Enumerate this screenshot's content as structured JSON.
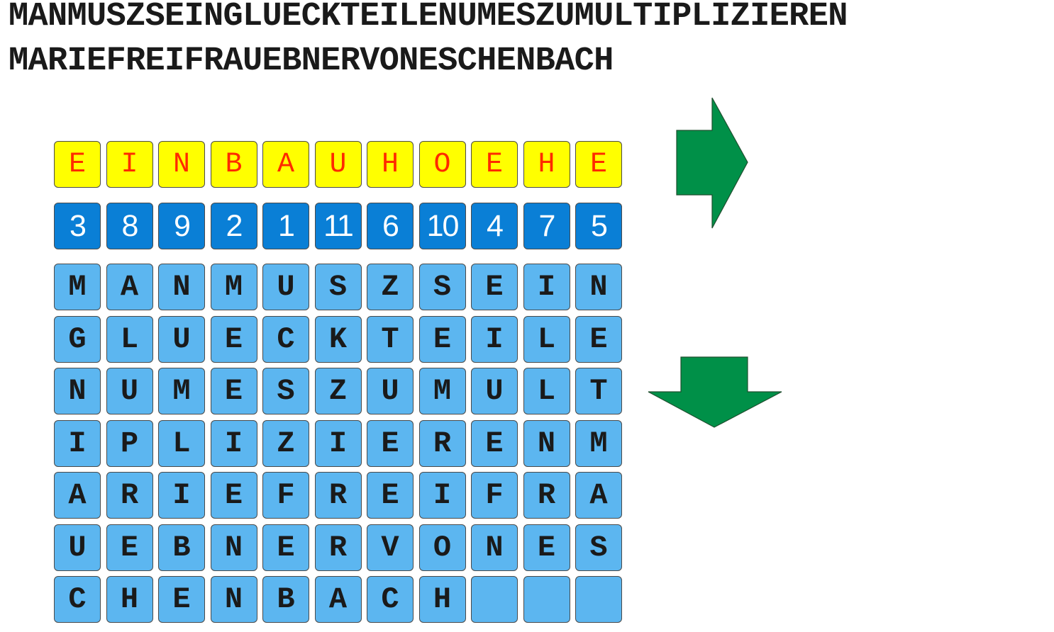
{
  "header": {
    "line1": "MANMUSZSEINGLUECKTEILENUMESZUMULTIPLIZIEREN",
    "line2": "MARIEFREIFRAUEBNERVONESCHENBACH"
  },
  "keyword": [
    "E",
    "I",
    "N",
    "B",
    "A",
    "U",
    "H",
    "O",
    "E",
    "H",
    "E"
  ],
  "key_numbers": [
    "3",
    "8",
    "9",
    "2",
    "1",
    "11",
    "6",
    "10",
    "4",
    "7",
    "5"
  ],
  "grid_rows": [
    [
      "M",
      "A",
      "N",
      "M",
      "U",
      "S",
      "Z",
      "S",
      "E",
      "I",
      "N"
    ],
    [
      "G",
      "L",
      "U",
      "E",
      "C",
      "K",
      "T",
      "E",
      "I",
      "L",
      "E"
    ],
    [
      "N",
      "U",
      "M",
      "E",
      "S",
      "Z",
      "U",
      "M",
      "U",
      "L",
      "T"
    ],
    [
      "I",
      "P",
      "L",
      "I",
      "Z",
      "I",
      "E",
      "R",
      "E",
      "N",
      "M"
    ],
    [
      "A",
      "R",
      "I",
      "E",
      "F",
      "R",
      "E",
      "I",
      "F",
      "R",
      "A"
    ],
    [
      "U",
      "E",
      "B",
      "N",
      "E",
      "R",
      "V",
      "O",
      "N",
      "E",
      "S"
    ],
    [
      "C",
      "H",
      "E",
      "N",
      "B",
      "A",
      "C",
      "H",
      "",
      "",
      ""
    ]
  ],
  "colors": {
    "keyword_bg": "#ffff00",
    "keyword_text": "#ff2a00",
    "number_bg": "#0a7fd6",
    "grid_bg": "#5cb6f0",
    "arrow": "#009048"
  },
  "icons": [
    "arrow-right-icon",
    "arrow-down-icon"
  ]
}
